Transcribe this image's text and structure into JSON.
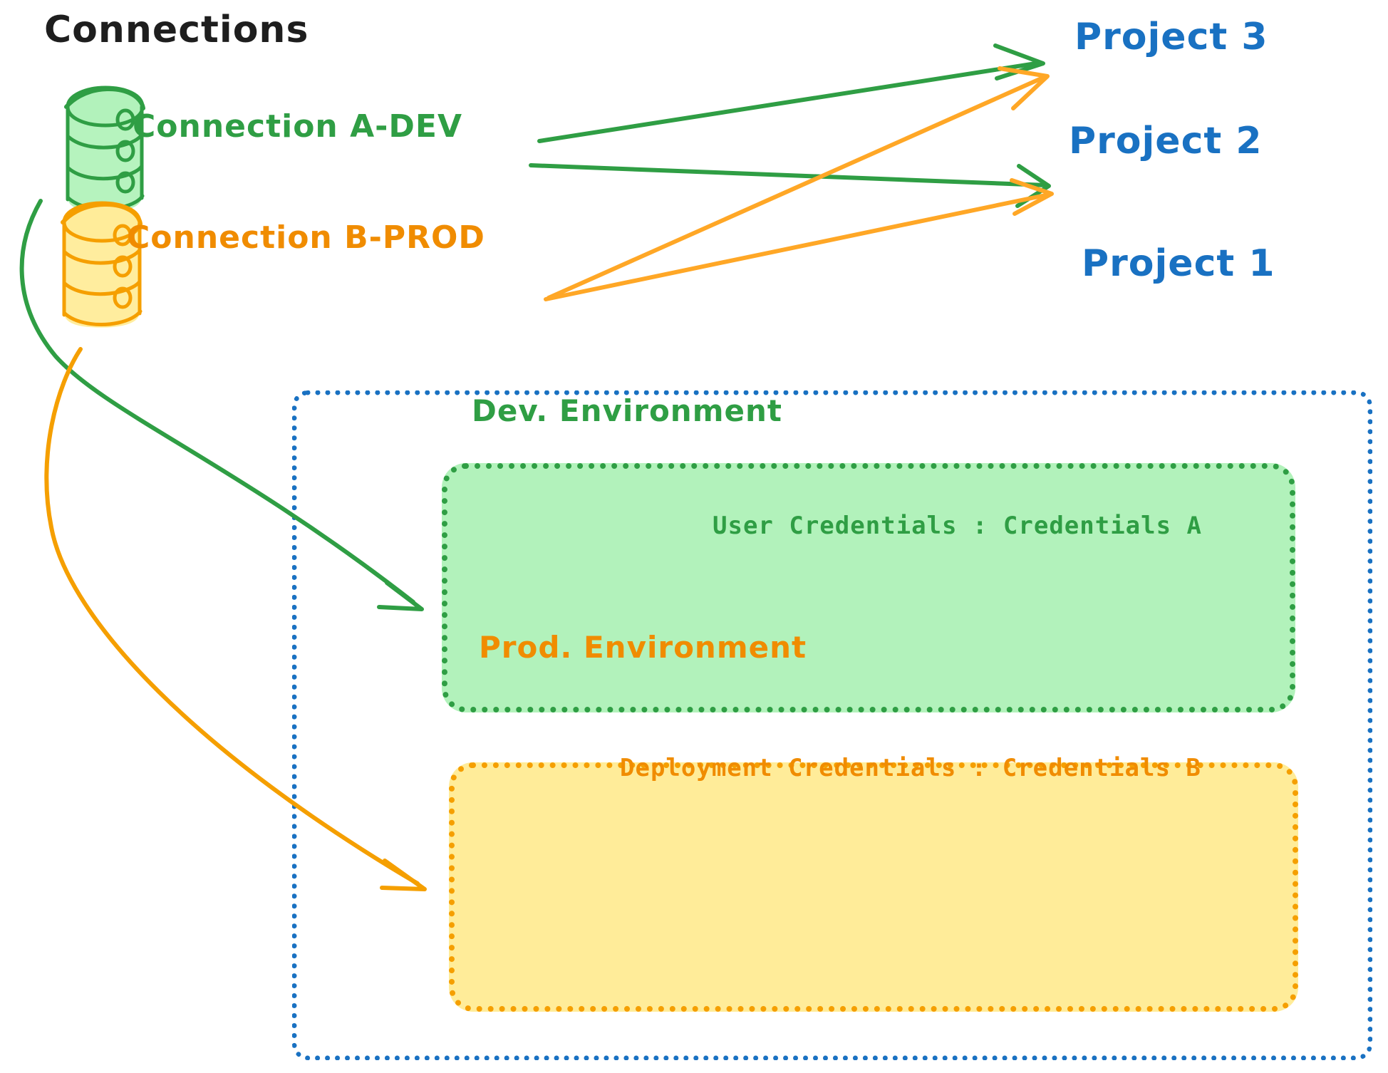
{
  "diagram": {
    "title": "Connections",
    "type": "architecture-diagram",
    "style": "hand-drawn sketch (excalidraw)",
    "colors": {
      "green": "#2f9e44",
      "green_fill": "#b2f2bb",
      "orange": "#f08c00",
      "orange_stroke": "#f59f00",
      "orange_fill": "#ffec99",
      "blue": "#1971c2",
      "ink": "#1e1e1e"
    }
  },
  "connections": [
    {
      "id": "a-dev",
      "label": "Connection A-DEV",
      "icon": "database-cylinder-icon",
      "color": "#2f9e44",
      "targets": [
        "Project 3",
        "Project 2",
        "Dev. Environment"
      ]
    },
    {
      "id": "b-prod",
      "label": "Connection B-PROD",
      "icon": "database-cylinder-icon",
      "color": "#f08c00",
      "targets": [
        "Project 3",
        "Project 2",
        "Prod. Environment"
      ]
    }
  ],
  "projects": [
    {
      "id": "project-3",
      "label": "Project 3"
    },
    {
      "id": "project-2",
      "label": "Project 2"
    },
    {
      "id": "project-1",
      "label": "Project 1"
    }
  ],
  "project1": {
    "label": "Project 1",
    "environments": [
      {
        "id": "dev",
        "title": "Dev. Environment",
        "credential_label": "User Credentials",
        "credential_value": "Credentials A",
        "credential_line": "User Credentials : Credentials A",
        "color": "#2f9e44",
        "fill": "#b2f2bb"
      },
      {
        "id": "prod",
        "title": "Prod. Environment",
        "credential_label": "Deployment Credentials",
        "credential_value": "Credentials B",
        "credential_line": "Deployment Credentials : Credentials B",
        "color": "#f08c00",
        "fill": "#ffec99"
      }
    ]
  }
}
